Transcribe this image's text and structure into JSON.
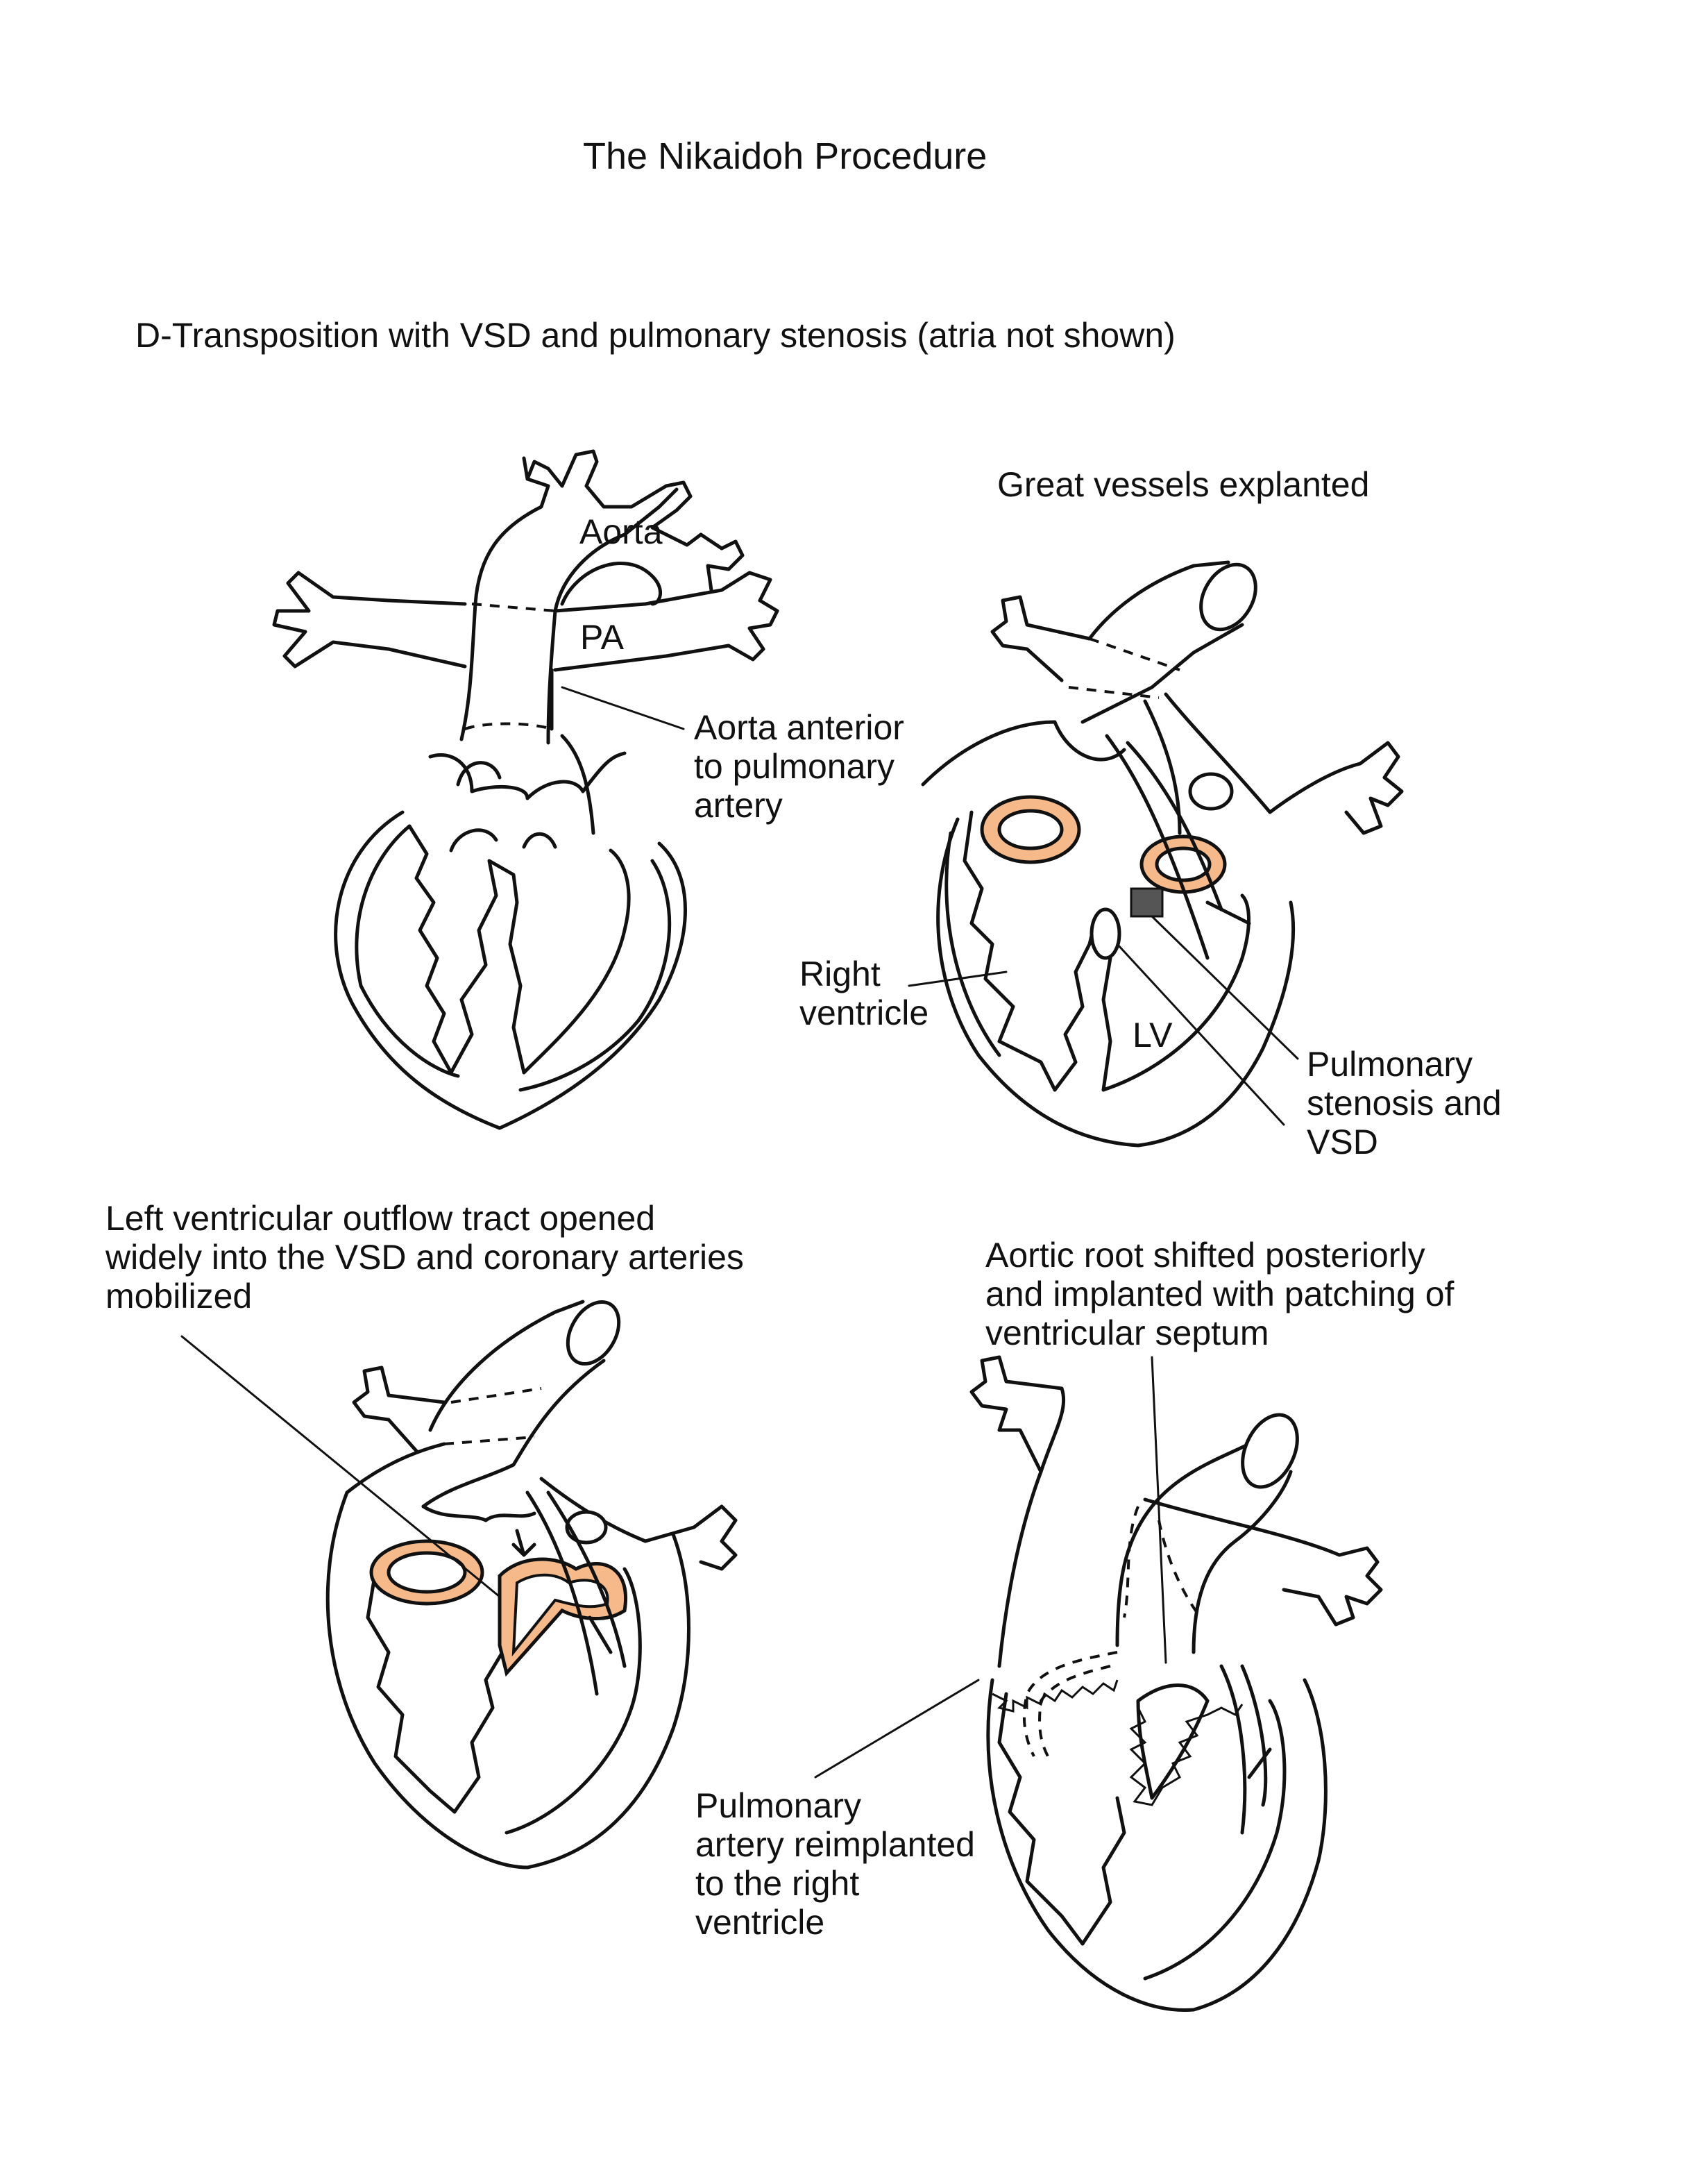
{
  "title": "The Nikaidoh Procedure",
  "subtitle": "D-Transposition with VSD and pulmonary stenosis (atria not shown)",
  "colors": {
    "line": "#111111",
    "ring_fill": "#f5b98a",
    "background": "#ffffff"
  },
  "panel1": {
    "aorta_label": "Aorta",
    "pa_label": "PA",
    "callout": [
      "Aorta anterior",
      "to pulmonary",
      "artery"
    ]
  },
  "panel2": {
    "heading": "Great vessels explanted",
    "rv_label": [
      "Right",
      "ventricle"
    ],
    "lv_label": "LV",
    "callout": [
      "Pulmonary",
      "stenosis and",
      "VSD"
    ]
  },
  "panel3": {
    "caption": [
      "Left ventricular outflow tract opened",
      "widely into the VSD and coronary arteries",
      "mobilized"
    ]
  },
  "panel4": {
    "caption": [
      "Aortic root shifted posteriorly",
      "and implanted with patching of",
      "ventricular septum"
    ],
    "callout": [
      "Pulmonary",
      "artery reimplanted",
      "to the right",
      "ventricle"
    ]
  }
}
